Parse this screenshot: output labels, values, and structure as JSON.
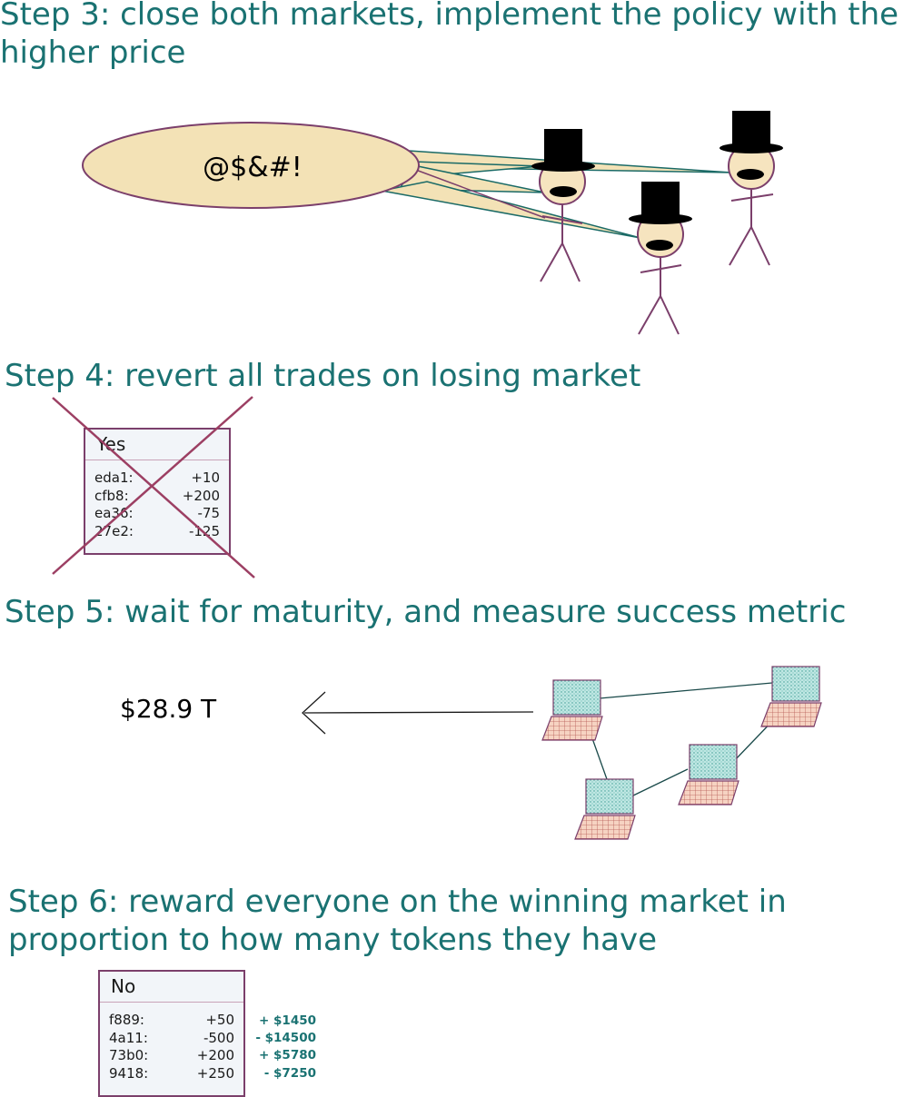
{
  "steps": {
    "step3": {
      "title_line1": "Step 3: close both markets, implement the policy with the",
      "title_line2": "higher price"
    },
    "step4": {
      "title": "Step 4: revert all trades on losing market"
    },
    "step5": {
      "title": "Step 5: wait for maturity, and measure success metric"
    },
    "step6": {
      "title_line1": "Step 6: reward everyone on the winning market in",
      "title_line2": "proportion to how many tokens they have"
    }
  },
  "speech_bubble": {
    "text": "@$&#!"
  },
  "losing_market": {
    "title": "Yes",
    "rows": [
      {
        "id": "eda1:",
        "value": "+10"
      },
      {
        "id": "cfb8:",
        "value": "+200"
      },
      {
        "id": "ea36:",
        "value": "-75"
      },
      {
        "id": "27e2:",
        "value": "-125"
      }
    ]
  },
  "metric": {
    "value": "$28.9 T"
  },
  "winning_market": {
    "title": "No",
    "rows": [
      {
        "id": "f889:",
        "value": "+50",
        "reward": "+ $1450"
      },
      {
        "id": "4a11:",
        "value": "-500",
        "reward": "- $14500"
      },
      {
        "id": "73b0:",
        "value": "+200",
        "reward": "+ $5780"
      },
      {
        "id": "9418:",
        "value": "+250",
        "reward": "- $7250"
      }
    ]
  },
  "colors": {
    "heading": "#1a7272",
    "outline": "#7b3f6b",
    "bubble": "#f3e2b6",
    "face": "#f6e4bf",
    "screen": "#bfe7e3",
    "keyboard": "#f6d3c2"
  }
}
